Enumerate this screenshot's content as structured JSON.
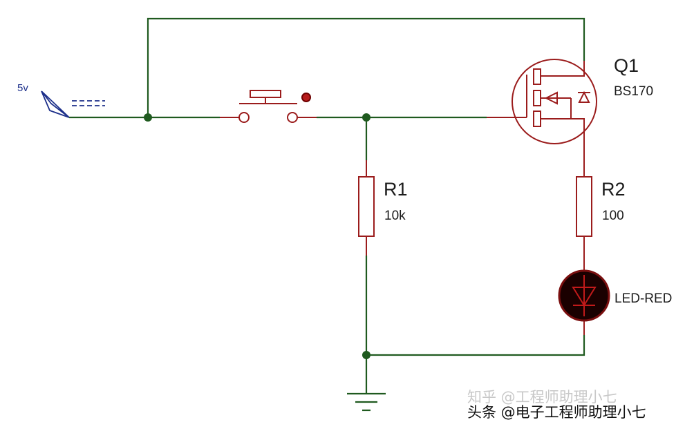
{
  "colors": {
    "wire": "#1f5a1f",
    "component": "#9b1c1c",
    "supply": "#1c2f8a",
    "led_fill": "#1a0000",
    "label": "#1c1c1c",
    "watermark_main": "#111111",
    "watermark_faint": "#c8c8c8"
  },
  "labels": {
    "supply": "5v",
    "q1_ref": "Q1",
    "q1_part": "BS170",
    "r1_ref": "R1",
    "r1_value": "10k",
    "r2_ref": "R2",
    "r2_value": "100",
    "led": "LED-RED"
  },
  "watermark": {
    "faint": "知乎 @工程师助理小七",
    "main": "头条 @电子工程师助理小七"
  },
  "icons": [
    "supply-terminal-icon",
    "pushbutton-icon",
    "mosfet-icon",
    "resistor-icon",
    "led-icon",
    "ground-icon"
  ]
}
